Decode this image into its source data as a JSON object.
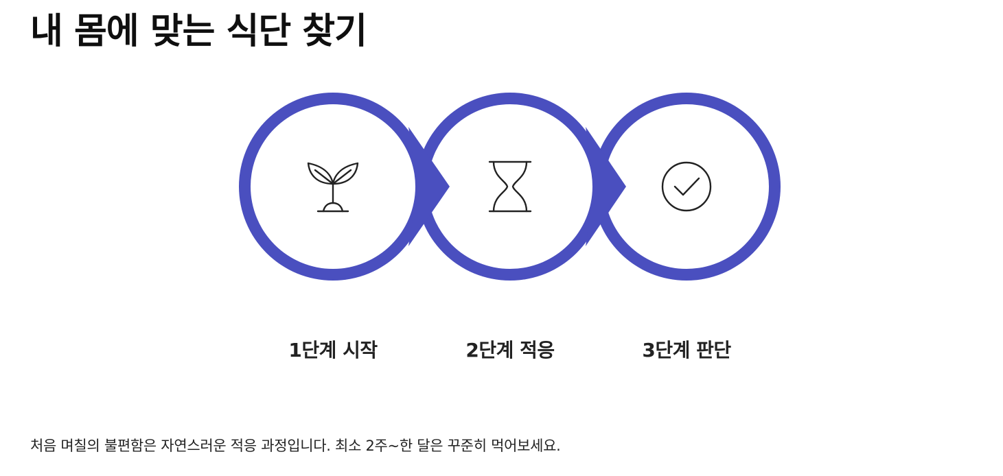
{
  "page": {
    "title": "내 몸에 맞는 식단 찾기"
  },
  "steps": [
    {
      "label": "1단계 시작",
      "icon": "sprout-icon"
    },
    {
      "label": "2단계 적응",
      "icon": "hourglass-icon"
    },
    {
      "label": "3단계 판단",
      "icon": "check-circle-icon"
    }
  ],
  "footnote": "처음 며칠의 불편함은 자연스러운 적응 과정입니다. 최소 2주~한 달은 꾸준히 먹어보세요.",
  "colors": {
    "accent": "#4a4fbf",
    "text": "#1a1a1a",
    "icon_stroke": "#222222"
  }
}
